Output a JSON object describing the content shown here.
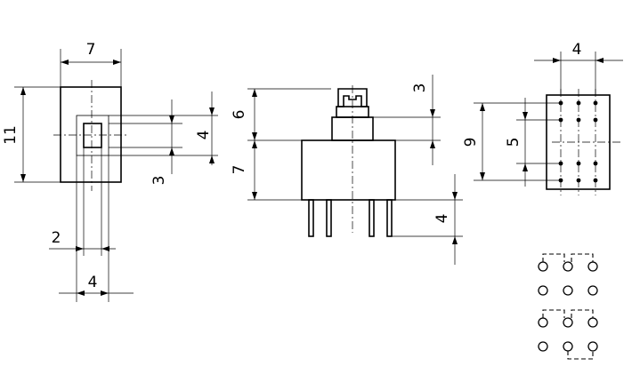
{
  "front_view": {
    "width_label": "7",
    "height_label": "11",
    "square_label": "3",
    "window_label": "4",
    "gap_label": "2",
    "span_label": "4"
  },
  "side_view": {
    "actuator_label": "3",
    "stem_label": "6",
    "body_label": "7",
    "pin_label": "4"
  },
  "pin_view": {
    "pitch_label": "4",
    "outer_label": "9",
    "inner_label": "5"
  }
}
